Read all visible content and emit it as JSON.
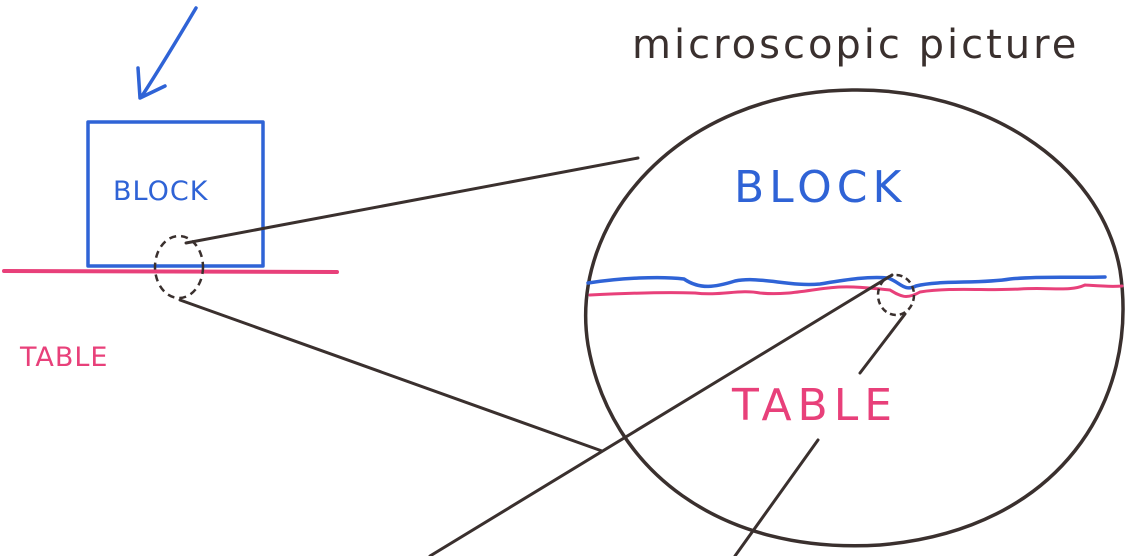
{
  "title": "microscopic picture",
  "labels": {
    "block_small": "BLOCK",
    "table_small": "TABLE",
    "block_large": "BLOCK",
    "table_large": "TABLE"
  },
  "colors": {
    "ink": "#3a302e",
    "block": "#2f63d6",
    "table": "#e8407a"
  }
}
